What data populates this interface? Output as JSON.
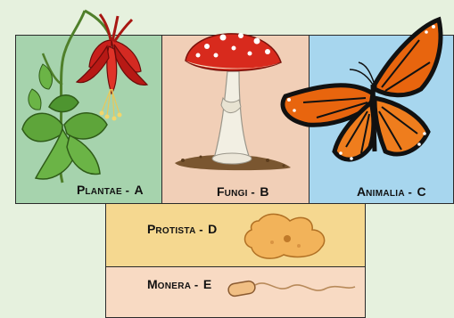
{
  "kingdoms": [
    {
      "id": "plantae",
      "cap": "P",
      "rest": "LANTAE",
      "sep": " - ",
      "letter": "A",
      "color": "#a6d3ad"
    },
    {
      "id": "fungi",
      "cap": "F",
      "rest": "UNGI",
      "sep": " - ",
      "letter": "B",
      "color": "#f1cfb7"
    },
    {
      "id": "animalia",
      "cap": "A",
      "rest": "NIMALIA",
      "sep": " - ",
      "letter": "C",
      "color": "#a7d6ee"
    },
    {
      "id": "protista",
      "cap": "P",
      "rest": "ROTISTA",
      "sep": " - ",
      "letter": "D",
      "color": "#f5d890"
    },
    {
      "id": "monera",
      "cap": "M",
      "rest": "ONERA",
      "sep": " - ",
      "letter": "E",
      "color": "#f8dac3"
    }
  ],
  "illustrations": {
    "plantae": "columbine-flower-icon",
    "fungi": "mushroom-icon",
    "animalia": "monarch-butterfly-icon",
    "protista": "amoeba-icon",
    "monera": "bacterium-icon"
  }
}
